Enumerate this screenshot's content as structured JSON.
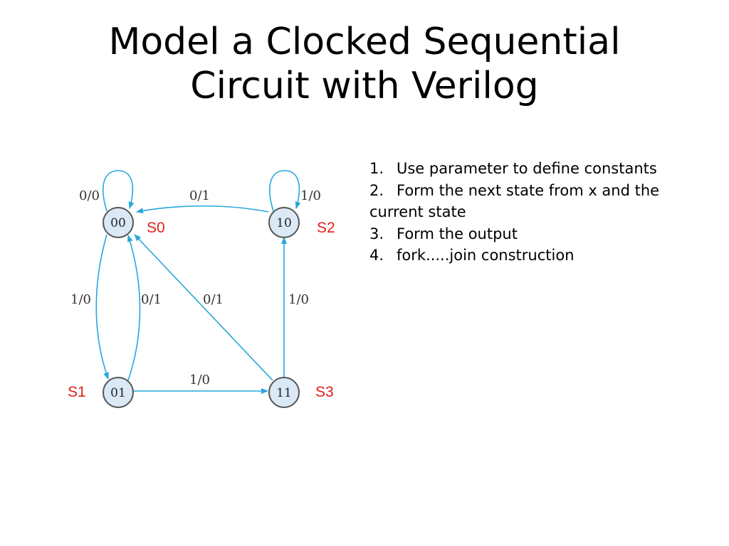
{
  "slide": {
    "title_line1": "Model a Clocked Sequential",
    "title_line2": "Circuit with Verilog"
  },
  "diagram": {
    "states": [
      {
        "code": "00",
        "name": "S0"
      },
      {
        "code": "10",
        "name": "S2"
      },
      {
        "code": "01",
        "name": "S1"
      },
      {
        "code": "11",
        "name": "S3"
      }
    ],
    "edge_labels": {
      "s0_self": "0/0",
      "s2_to_s0": "0/1",
      "s2_self": "1/0",
      "s0_to_s1": "1/0",
      "s1_to_s0": "0/1",
      "s3_to_s0": "0/1",
      "s3_to_s2": "1/0",
      "s1_to_s3": "1/0"
    },
    "colors": {
      "edge": "#27a7dc",
      "state_fill": "#dbe9f6",
      "state_name": "#e0201b"
    }
  },
  "steps": [
    {
      "num": "1.",
      "text": "Use parameter to define constants"
    },
    {
      "num": "2.",
      "text": "Form the next state from x and the",
      "continuation": "current state"
    },
    {
      "num": "3.",
      "text": "Form the output"
    },
    {
      "num": "4.",
      "text": "fork.....join construction"
    }
  ]
}
